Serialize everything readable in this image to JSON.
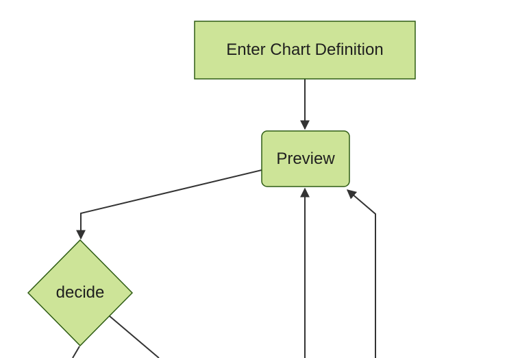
{
  "diagram": {
    "type": "flowchart",
    "background": "#ffffff",
    "theme": {
      "node_fill": "#cde498",
      "node_border": "#2e5c14",
      "edge_color": "#333333",
      "arrowhead_color": "#333333",
      "text_color": "#1f1f1f"
    },
    "nodes": [
      {
        "id": "enter-chart-definition",
        "label": "Enter Chart Definition",
        "shape": "rectangle"
      },
      {
        "id": "preview",
        "label": "Preview",
        "shape": "rounded-rectangle"
      },
      {
        "id": "decide",
        "label": "decide",
        "shape": "diamond"
      }
    ],
    "edges": [
      {
        "from": "enter-chart-definition",
        "to": "preview",
        "arrow": true
      },
      {
        "from": "preview",
        "to": "decide",
        "arrow": true
      },
      {
        "from": "decide",
        "to": "offscreen-bottom-left",
        "arrow": false
      },
      {
        "from": "decide",
        "to": "offscreen-bottom-right",
        "arrow": false
      },
      {
        "from": "offscreen-bottom",
        "to": "preview",
        "arrow": true
      },
      {
        "from": "offscreen-bottom-right",
        "to": "preview",
        "arrow": true
      }
    ]
  }
}
